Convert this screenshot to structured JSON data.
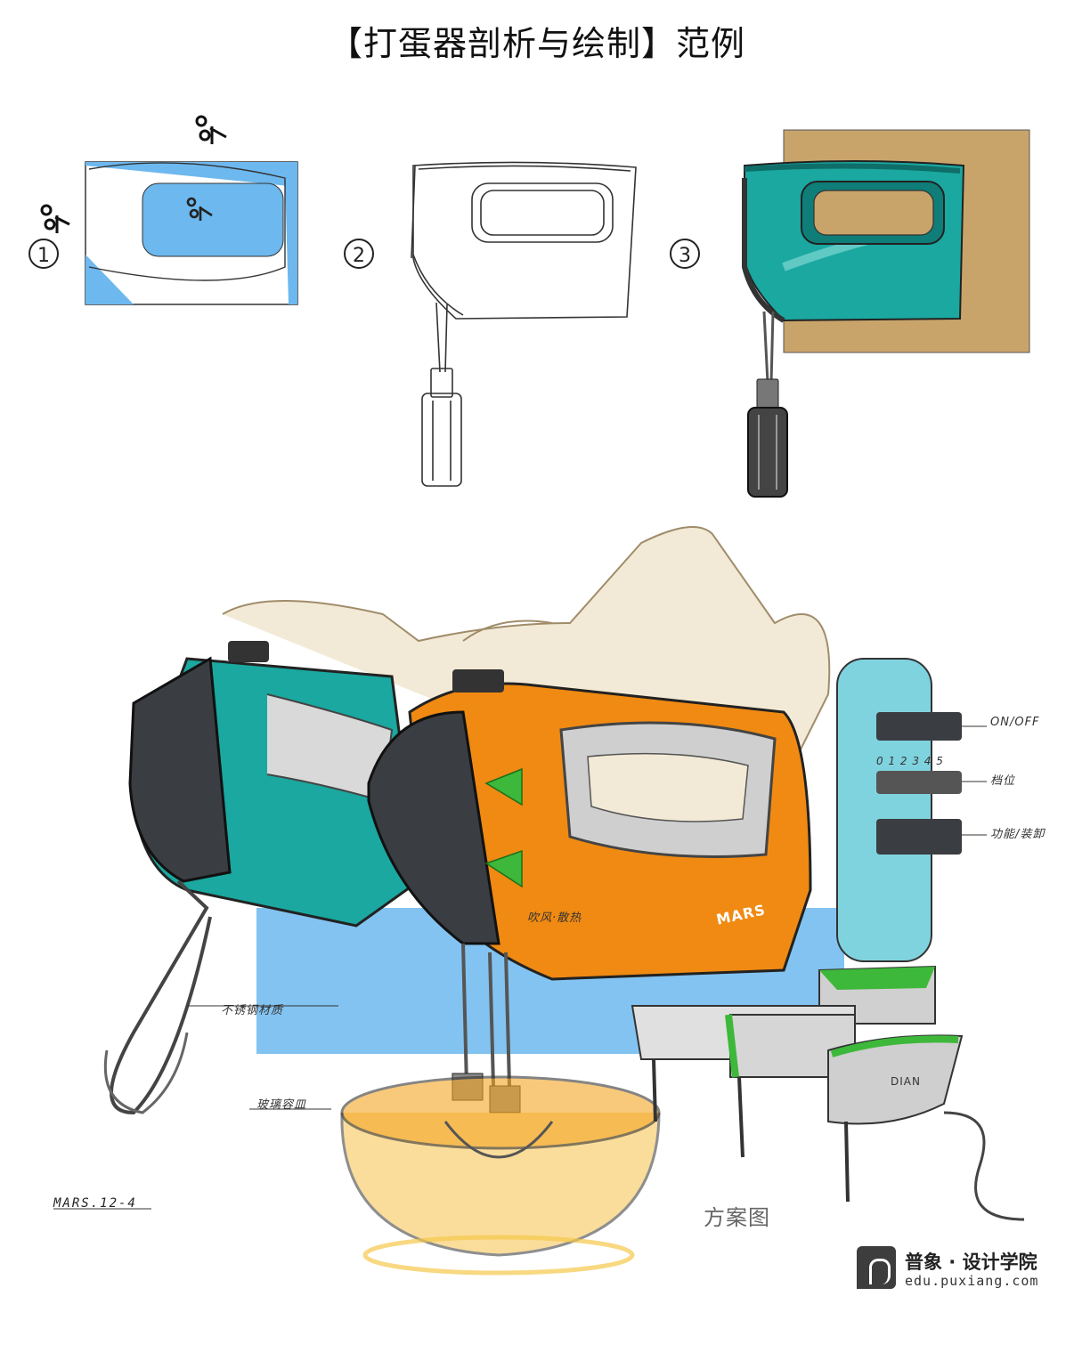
{
  "title": "【打蛋器剖析与绘制】范例",
  "steps": [
    {
      "label": "1"
    },
    {
      "label": "2"
    },
    {
      "label": "3"
    }
  ],
  "annotations": {
    "on_off": "ON/OFF",
    "speed_scale": "0 1 2 3 4 5",
    "gear": "档位",
    "function_unload": "功能/装卸",
    "vent_pattern": "吹风·散热",
    "brand": "MARS",
    "whisk_material": "不锈钢材质",
    "glass_bowl": "玻璃容皿",
    "plan_view": "方案图",
    "bottom_label": "DIAN",
    "signature": "MARS.12-4"
  },
  "logo": {
    "name": "普象 · 设计学院",
    "url": "edu.puxiang.com"
  },
  "colors": {
    "teal": "#1aa8a0",
    "orange": "#f08a12",
    "green": "#3db83a",
    "blue": "#6db8ee",
    "tan": "#c9a46a",
    "dark": "#3a3d42"
  }
}
